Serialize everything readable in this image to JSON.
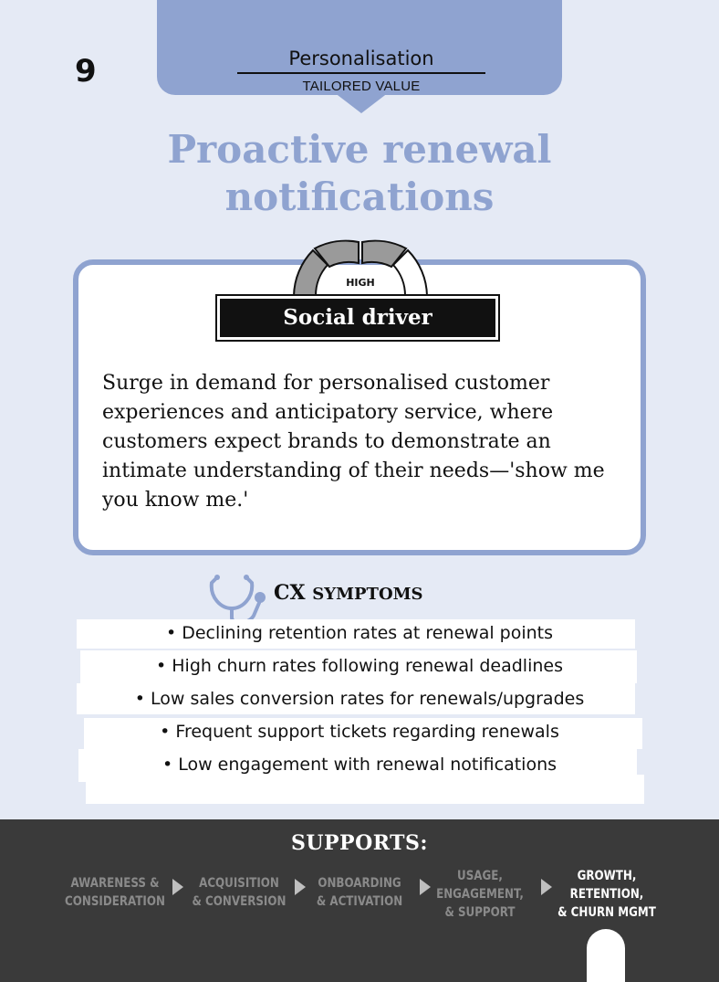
{
  "card": {
    "number": "9",
    "category": "Personalisation",
    "subcategory": "TAILORED VALUE",
    "title_line1": "Proactive renewal",
    "title_line2": "notifications"
  },
  "driver": {
    "level": "HIGH",
    "label": "Social driver",
    "description": "Surge in demand for personalised customer experiences and anticipatory service, where customers expect brands to demonstrate an intimate understanding of their needs—'show me you know me.'"
  },
  "symptoms": {
    "title_main": "CX ",
    "title_sc": "SYMPTOMS",
    "items": [
      "• Declining retention rates at renewal points",
      "• High churn rates following renewal deadlines",
      "• Low sales conversion rates for renewals/upgrades",
      "• Frequent support tickets regarding renewals",
      "• Low engagement with renewal notifications"
    ]
  },
  "supports": {
    "title": "SUPPORTS:",
    "stages": [
      {
        "line1": "AWARENESS &",
        "line2": "CONSIDERATION",
        "line3": ""
      },
      {
        "line1": "ACQUISITION",
        "line2": "& CONVERSION",
        "line3": ""
      },
      {
        "line1": "ONBOARDING",
        "line2": "& ACTIVATION",
        "line3": ""
      },
      {
        "line1": "USAGE,",
        "line2": "ENGAGEMENT,",
        "line3": "& SUPPORT"
      },
      {
        "line1": "GROWTH,",
        "line2": "RETENTION,",
        "line3": "& CHURN MGMT"
      }
    ]
  },
  "colors": {
    "accent": "#8fa3d0",
    "background": "#e5eaf5",
    "footer": "#3a3a3a"
  }
}
